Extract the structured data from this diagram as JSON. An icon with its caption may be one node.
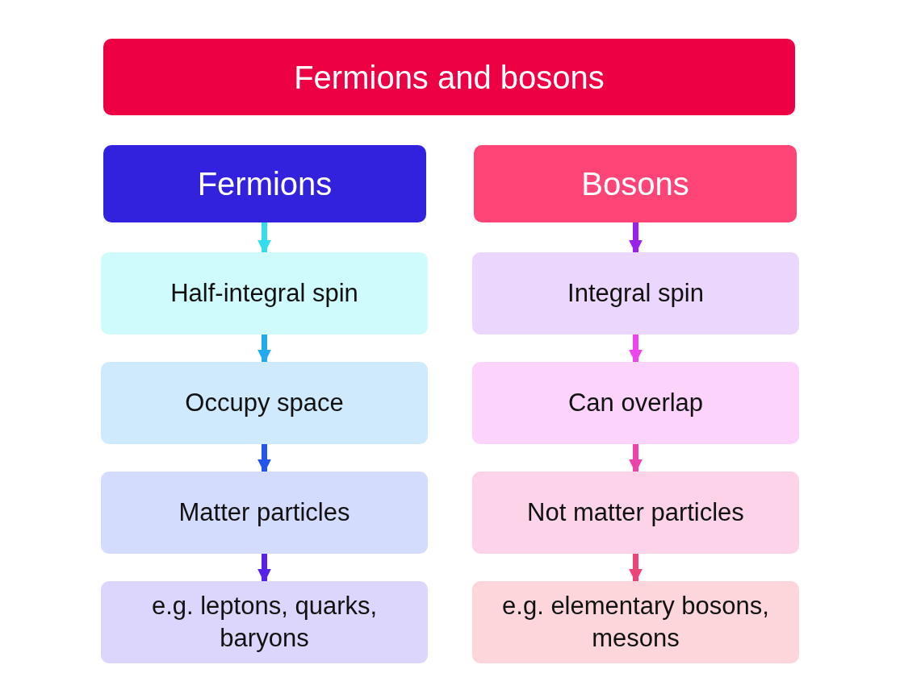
{
  "diagram": {
    "nodes": [
      {
        "text": [
          "Fermions and bosons"
        ]
      },
      {
        "text": [
          "Fermions"
        ]
      },
      {
        "text": [
          "Half-integral spin"
        ]
      },
      {
        "text": [
          "Occupy space"
        ]
      },
      {
        "text": [
          "Matter particles"
        ]
      },
      {
        "text": [
          "e.g. leptons, quarks, baryons"
        ]
      },
      {
        "text": [
          "Bosons"
        ]
      },
      {
        "text": [
          "Integral spin"
        ]
      },
      {
        "text": [
          "Can overlap"
        ]
      },
      {
        "text": [
          "Not matter particles"
        ]
      },
      {
        "text": [
          "e.g. elementary bosons, mesons"
        ]
      }
    ],
    "edges": [
      {
        "from": 1,
        "to": 2,
        "arrow": "to",
        "color": "#33ddee"
      },
      {
        "from": 2,
        "to": 3,
        "arrow": "to",
        "color": "#22aaee"
      },
      {
        "from": 3,
        "to": 4,
        "arrow": "to",
        "color": "#2255ee"
      },
      {
        "from": 4,
        "to": 5,
        "arrow": "to",
        "color": "#5522ee"
      },
      {
        "from": 6,
        "to": 7,
        "arrow": "to",
        "color": "#9922ee"
      },
      {
        "from": 7,
        "to": 8,
        "arrow": "to",
        "color": "#ee44ee"
      },
      {
        "from": 8,
        "to": 9,
        "arrow": "to",
        "color": "#ee44aa"
      },
      {
        "from": 9,
        "to": 10,
        "arrow": "to",
        "color": "#ee4477"
      }
    ]
  }
}
